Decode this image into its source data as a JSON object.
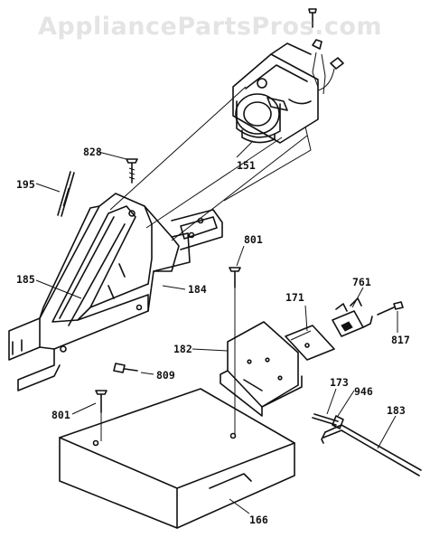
{
  "watermark": "AppliancePartsPros.com",
  "labels": [
    {
      "id": "828",
      "text": "828"
    },
    {
      "id": "195",
      "text": "195"
    },
    {
      "id": "151",
      "text": "151"
    },
    {
      "id": "185",
      "text": "185"
    },
    {
      "id": "184",
      "text": "184"
    },
    {
      "id": "801a",
      "text": "801"
    },
    {
      "id": "171",
      "text": "171"
    },
    {
      "id": "761",
      "text": "761"
    },
    {
      "id": "182",
      "text": "182"
    },
    {
      "id": "817",
      "text": "817"
    },
    {
      "id": "809",
      "text": "809"
    },
    {
      "id": "801b",
      "text": "801"
    },
    {
      "id": "173",
      "text": "173"
    },
    {
      "id": "946",
      "text": "946"
    },
    {
      "id": "183",
      "text": "183"
    },
    {
      "id": "166",
      "text": "166"
    }
  ]
}
